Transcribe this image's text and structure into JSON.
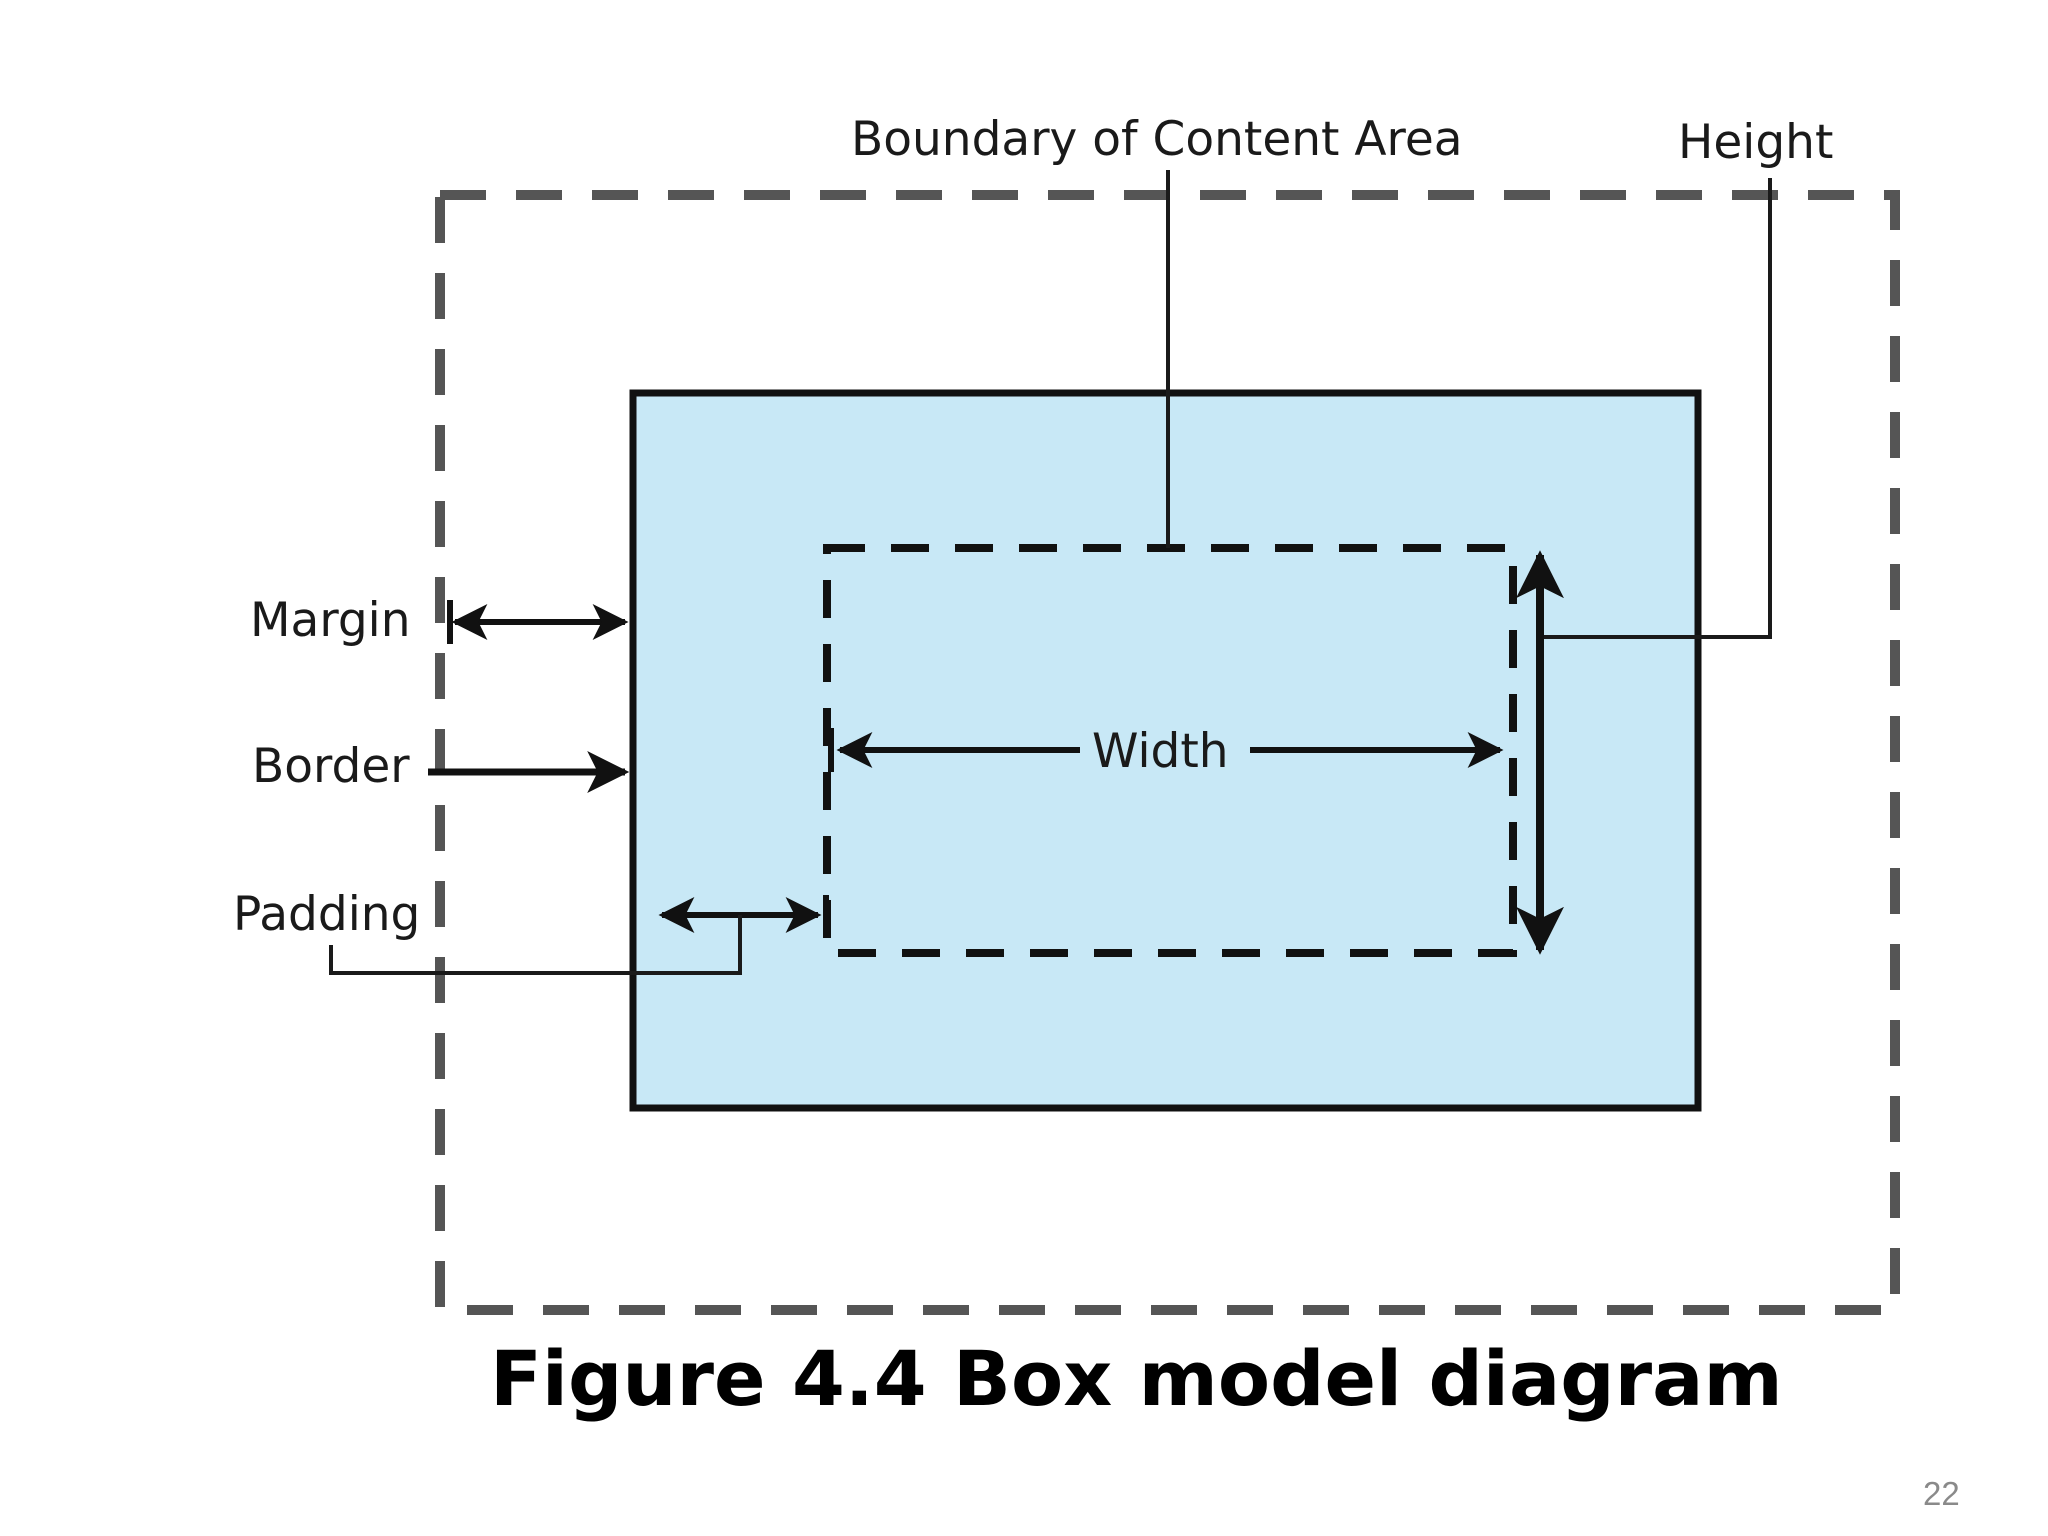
{
  "diagram": {
    "labels": {
      "boundary": "Boundary of Content Area",
      "height": "Height",
      "margin": "Margin",
      "border": "Border",
      "padding": "Padding",
      "width": "Width"
    },
    "caption": "Figure 4.4 Box model diagram",
    "colors": {
      "margin_dash": "#555555",
      "border_box_fill": "#c8e8f6",
      "border_stroke": "#111111",
      "content_dash": "#111111",
      "leader_line": "#1a1a1a",
      "caption": "#000000"
    }
  },
  "page": {
    "number": "22"
  }
}
